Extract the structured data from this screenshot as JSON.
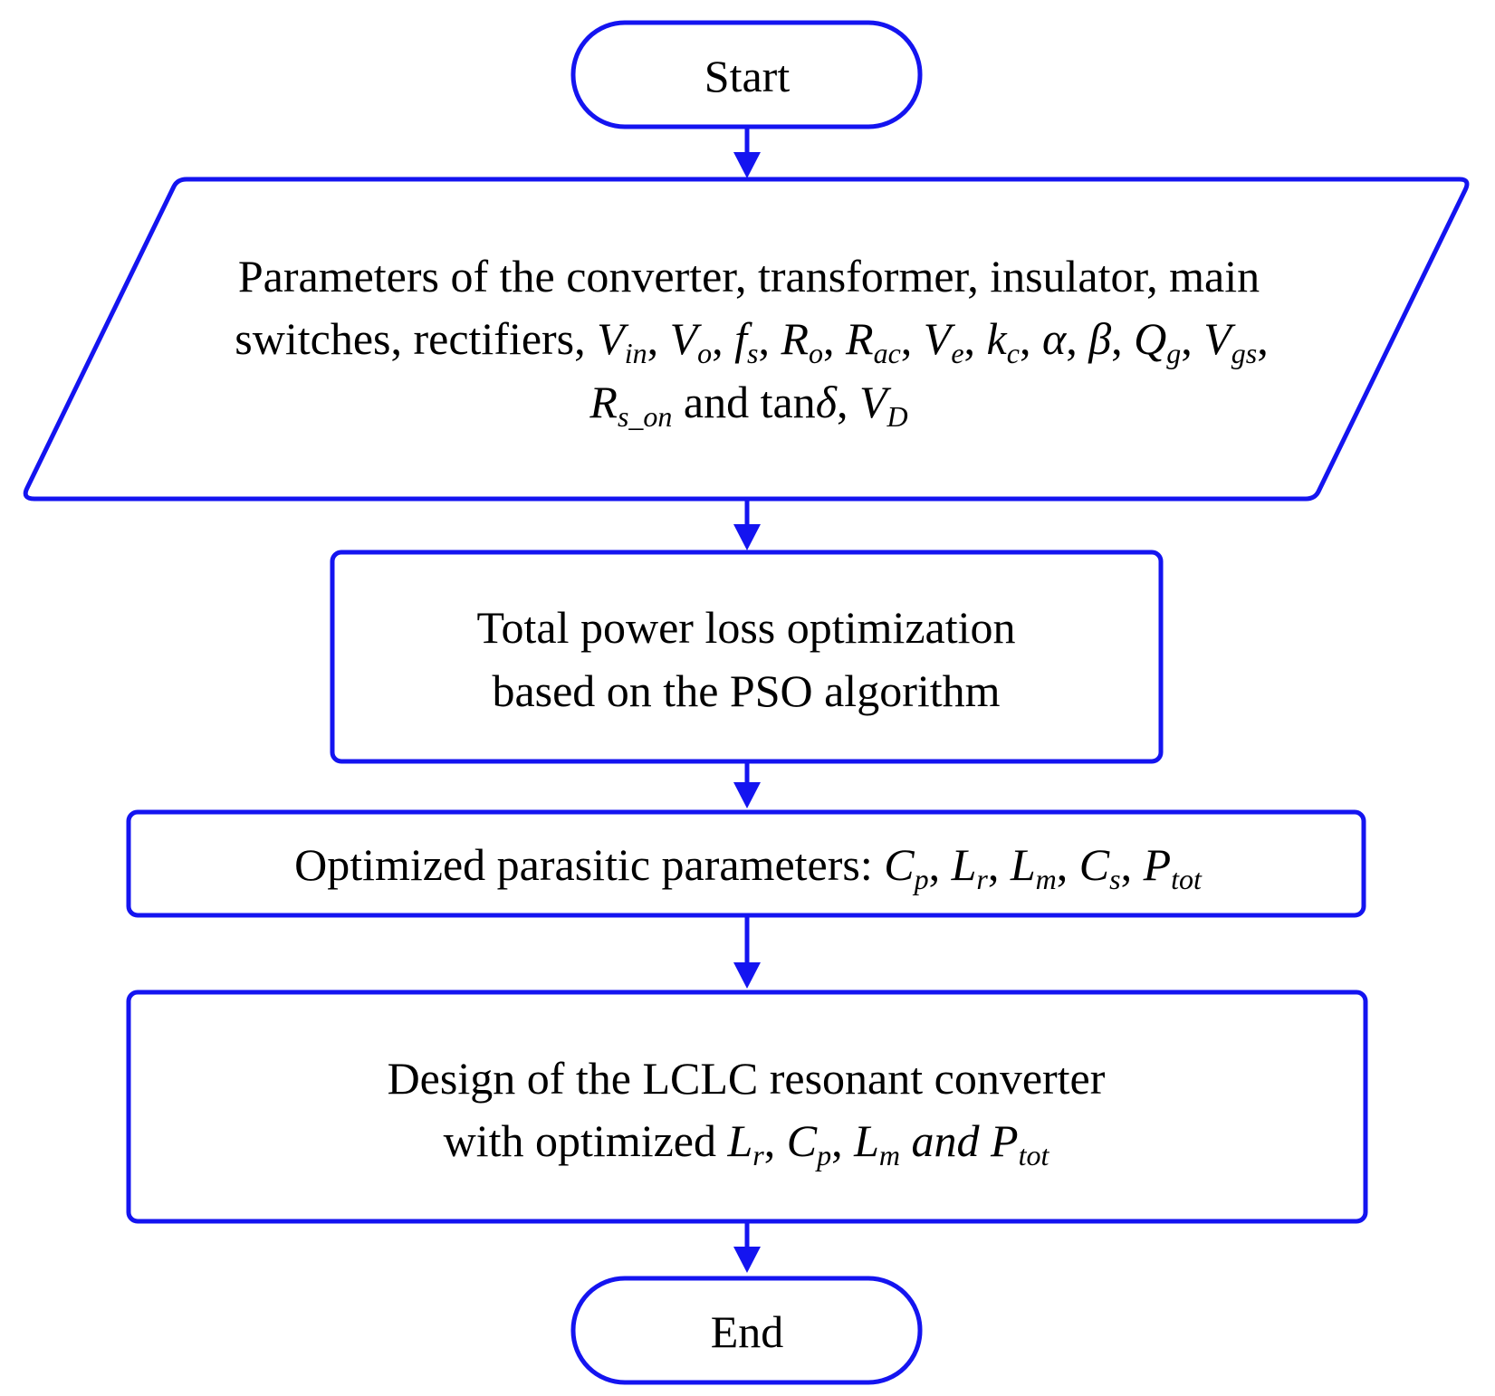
{
  "colors": {
    "stroke": "#1414f0",
    "background": "#ffffff",
    "text": "#000000"
  },
  "start": {
    "label": "Start"
  },
  "end": {
    "label": "End"
  },
  "input": {
    "line1": "Parameters of the converter, transformer, insulator, main",
    "line2_prefix": "switches, rectifiers, ",
    "vin": "V",
    "vin_sub": "in",
    "vo": "V",
    "vo_sub": "o",
    "fs": "f",
    "fs_sub": "s",
    "ro": "R",
    "ro_sub": "o",
    "rac": "R",
    "rac_sub": "ac",
    "ve": "V",
    "ve_sub": "e",
    "kc": "k",
    "kc_sub": "c",
    "alpha": "α",
    "beta": "β",
    "qg": "Q",
    "qg_sub": "g",
    "vgs": "V",
    "vgs_sub": "gs",
    "rson": "R",
    "rson_sub": "s_on",
    "and_tan": " and tan",
    "delta": "δ",
    "vd": "V",
    "vd_sub": "D"
  },
  "process1": {
    "line1": "Total power loss optimization",
    "line2": "based on the PSO algorithm"
  },
  "process2": {
    "prefix": "Optimized parasitic parameters: ",
    "cp": "C",
    "cp_sub": "p",
    "lr": "L",
    "lr_sub": "r",
    "lm": "L",
    "lm_sub": "m",
    "cs": "C",
    "cs_sub": "s",
    "ptot": "P",
    "ptot_sub": "tot"
  },
  "process3": {
    "line1": "Design of the LCLC resonant converter",
    "line2_prefix": "with optimized ",
    "lr": "L",
    "lr_sub": "r",
    "cp": "C",
    "cp_sub": "p",
    "lm": "L",
    "lm_sub": "m",
    "and": " and ",
    "ptot": "P",
    "ptot_sub": "tot"
  }
}
